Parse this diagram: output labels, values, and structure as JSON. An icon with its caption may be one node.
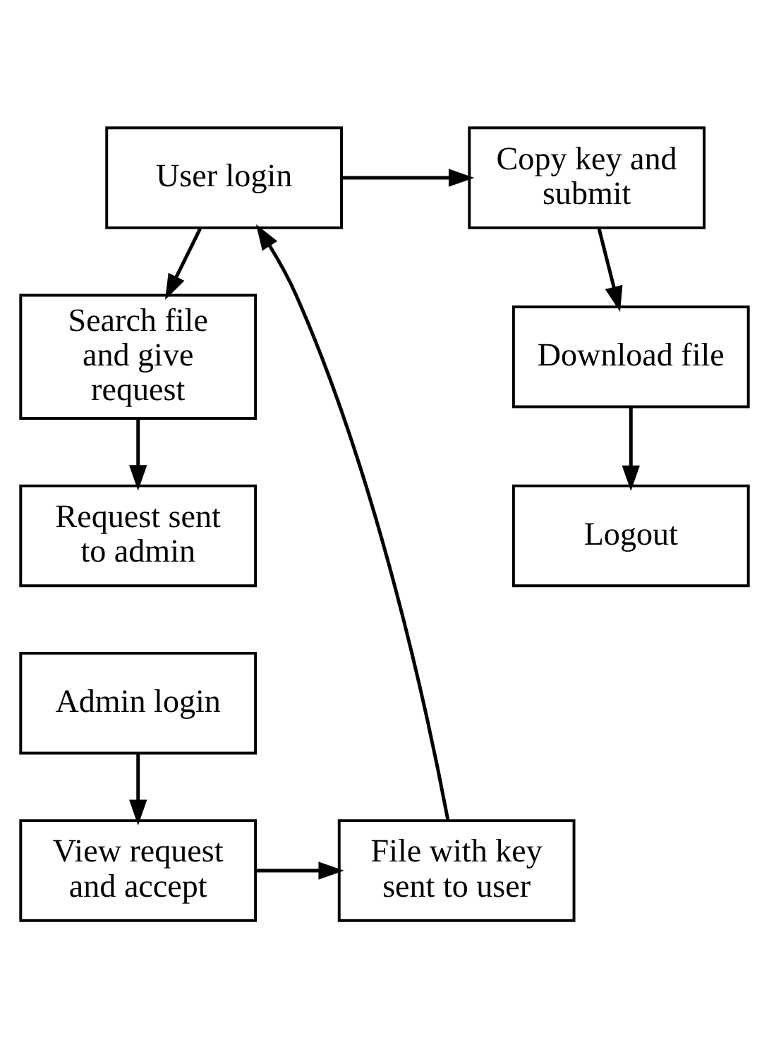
{
  "diagram": {
    "nodes": [
      {
        "text": [
          "User login"
        ]
      },
      {
        "text": [
          "Copy key and submit"
        ]
      },
      {
        "text": [
          "Search file and give request"
        ]
      },
      {
        "text": [
          "Download file"
        ]
      },
      {
        "text": [
          "Request sent to admin"
        ]
      },
      {
        "text": [
          "Logout"
        ]
      },
      {
        "text": [
          "Admin login"
        ]
      },
      {
        "text": [
          "View request and accept"
        ]
      },
      {
        "text": [
          "File with key sent to user"
        ]
      }
    ],
    "edges": [
      {
        "from": 0,
        "to": 1,
        "arrow": "to"
      },
      {
        "from": 0,
        "to": 2,
        "arrow": "to"
      },
      {
        "from": 2,
        "to": 4,
        "arrow": "to"
      },
      {
        "from": 1,
        "to": 3,
        "arrow": "to"
      },
      {
        "from": 3,
        "to": 5,
        "arrow": "to"
      },
      {
        "from": 6,
        "to": 7,
        "arrow": "to"
      },
      {
        "from": 7,
        "to": 8,
        "arrow": "to"
      },
      {
        "from": 8,
        "to": 0,
        "arrow": "to"
      }
    ]
  }
}
